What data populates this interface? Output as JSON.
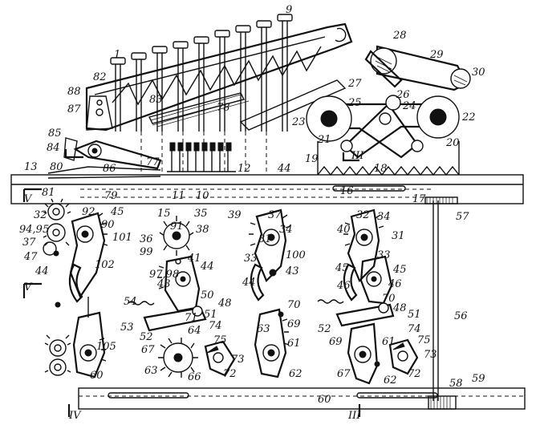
{
  "key_labels": {
    "first": "1",
    "last": "9"
  },
  "numerals": [
    "9",
    "1",
    "28",
    "29",
    "30",
    "82",
    "27",
    "26",
    "88",
    "83",
    "78",
    "25",
    "24",
    "22",
    "87",
    "23",
    "21",
    "20",
    "85",
    "84",
    "86",
    "77",
    "III",
    "18",
    "13",
    "80",
    "12",
    "44",
    "19",
    "16",
    "81",
    "79",
    "17",
    "11",
    "10",
    "V",
    "92",
    "45",
    "15",
    "39",
    "35",
    "37",
    "34",
    "32",
    "34",
    "32",
    "90",
    "94,95",
    "101",
    "91",
    "38",
    "36",
    "31",
    "40",
    "31",
    "37",
    "99",
    "41",
    "47",
    "100",
    "33",
    "33",
    "44",
    "45",
    "44",
    "102",
    "97,98",
    "44",
    "43",
    "45",
    "46",
    "43",
    "46",
    "V",
    "50",
    "48",
    "54",
    "70",
    "70",
    "48",
    "51",
    "51",
    "53",
    "52",
    "64",
    "71",
    "74",
    "63",
    "69",
    "69",
    "52",
    "105",
    "75",
    "61",
    "74",
    "75",
    "67",
    "73",
    "63",
    "61",
    "67",
    "73",
    "66",
    "72",
    "62",
    "72",
    "62",
    "60",
    "60",
    "58",
    "59",
    "57",
    "56",
    "IV",
    "III"
  ]
}
